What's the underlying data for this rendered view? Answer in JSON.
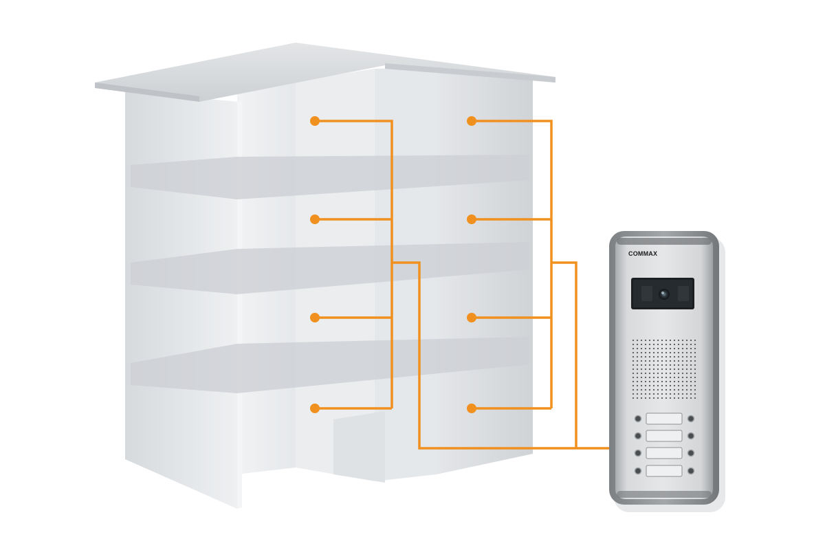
{
  "brand": {
    "label": "COMMAX"
  },
  "colors": {
    "background": "#ffffff",
    "wire": "#f0901e",
    "building_light": "#eceef0",
    "building_mid": "#d8dbde",
    "building_dark": "#c3c7cb",
    "panel_body": "#c9cbcd",
    "panel_frame": "#8e9194"
  },
  "building": {
    "floors": 4,
    "units_per_floor": 2
  },
  "door_panel": {
    "button_rows": 4,
    "button_columns": 2
  },
  "icons": [
    "camera-icon",
    "speaker-grille-icon",
    "call-button-icon",
    "unit-point-icon"
  ]
}
